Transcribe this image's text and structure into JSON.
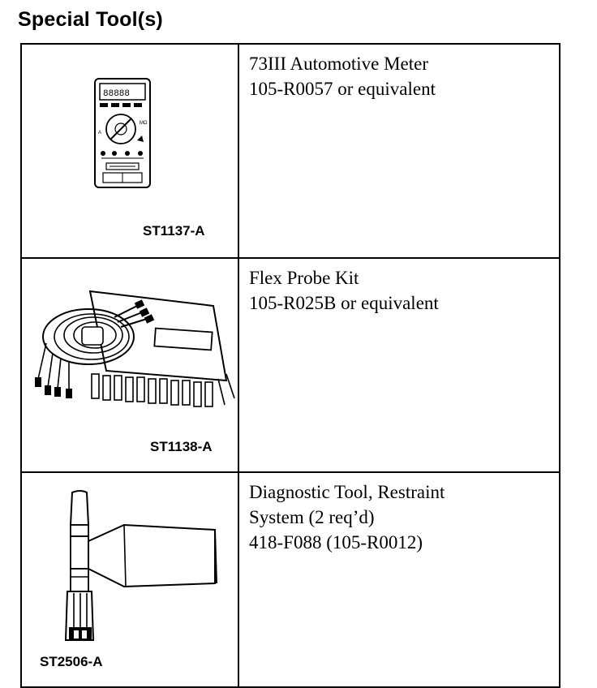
{
  "page": {
    "title": "Special Tool(s)"
  },
  "tools": [
    {
      "code": "ST1137-A",
      "lines": [
        "73III Automotive Meter",
        "105-R0057 or equivalent"
      ],
      "illustration": "multimeter-icon"
    },
    {
      "code": "ST1138-A",
      "lines": [
        "Flex Probe Kit",
        "105-R025B or equivalent"
      ],
      "illustration": "probe-kit-icon"
    },
    {
      "code": "ST2506-A",
      "lines": [
        "Diagnostic Tool, Restraint",
        "System (2 req’d)",
        "418-F088 (105-R0012)"
      ],
      "illustration": "connector-tool-icon"
    }
  ]
}
